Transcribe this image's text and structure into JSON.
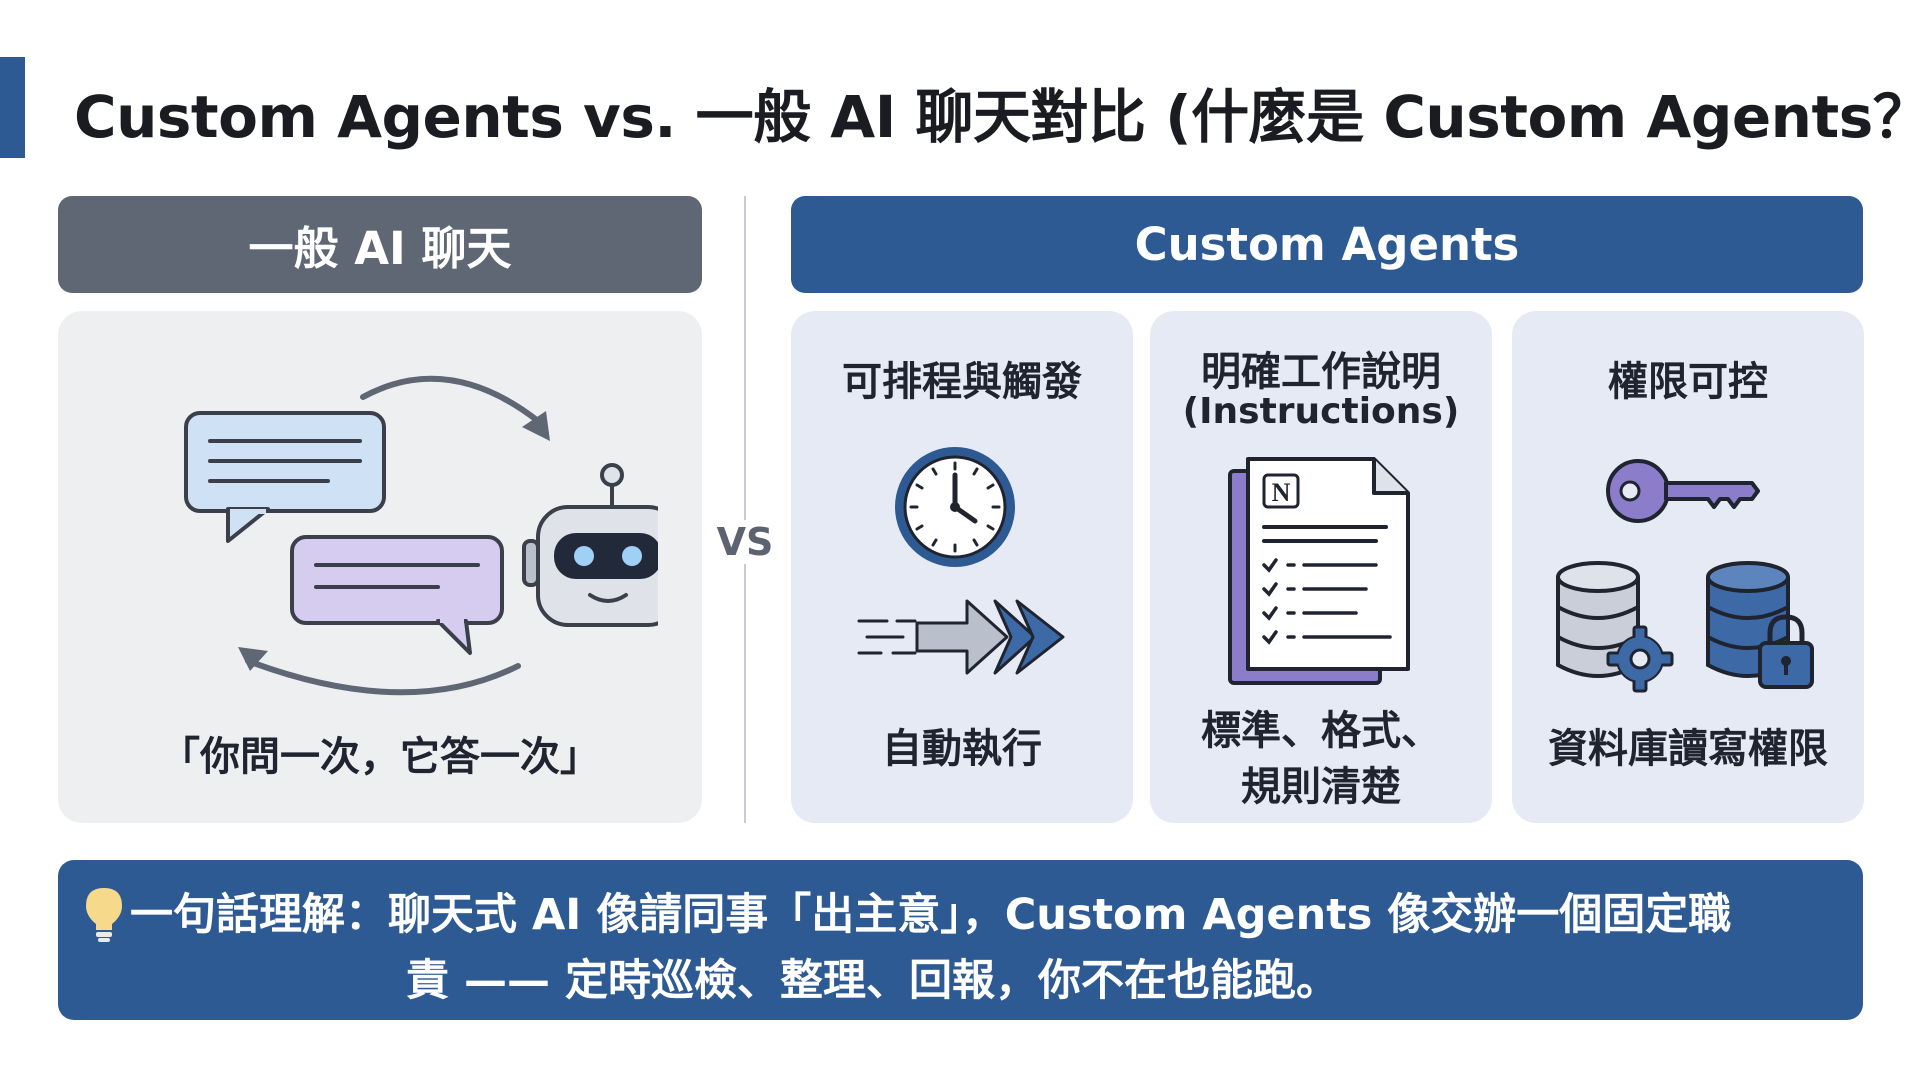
{
  "title": "Custom Agents vs. 一般 AI 聊天對比 (什麼是 Custom Agents？)",
  "left_panel": {
    "header": "一般 AI 聊天",
    "caption": "「你問一次，它答一次」",
    "icons": [
      "chat-bubble-icon",
      "robot-icon",
      "cycle-arrows-icon"
    ]
  },
  "vs": "VS",
  "right_panel": {
    "header": "Custom Agents",
    "cards": [
      {
        "title": "可排程與觸發",
        "subtitle": "",
        "caption_lines": [
          "自動執行"
        ],
        "icons": [
          "clock-icon",
          "fast-arrows-icon"
        ]
      },
      {
        "title": "明確工作說明",
        "subtitle": "(Instructions)",
        "caption_lines": [
          "標準、格式、",
          "規則清楚"
        ],
        "icons": [
          "notion-document-icon"
        ]
      },
      {
        "title": "權限可控",
        "subtitle": "",
        "caption_lines": [
          "資料庫讀寫權限"
        ],
        "icons": [
          "key-icon",
          "database-gear-icon",
          "database-lock-icon"
        ]
      }
    ]
  },
  "banner": {
    "line1": "一句話理解：聊天式 AI 像請同事「出主意」，Custom Agents 像交辦一個固定職",
    "line2": "責 —— 定時巡檢、整理、回報，你不在也能跑。",
    "icon": "lightbulb-icon"
  },
  "colors": {
    "accent": "#2e5a94",
    "left_header": "#5f6674",
    "left_card": "#eeeff1",
    "right_card": "#e6eaf4",
    "chat_blue": "#cfe1f5",
    "chat_purple": "#d6ccef",
    "icon_purple": "#8b7dc9"
  }
}
